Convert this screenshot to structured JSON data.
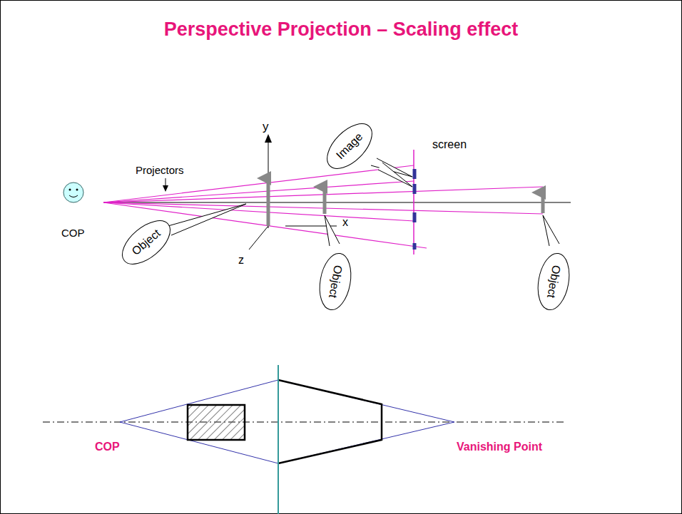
{
  "diagram": {
    "title": "Perspective Projection – Scaling effect",
    "nodes": [
      {
        "text": [
          "Image"
        ]
      },
      {
        "text": [
          "Object"
        ]
      },
      {
        "text": [
          "Object"
        ]
      },
      {
        "text": [
          "Object"
        ]
      }
    ],
    "labels": [
      "y",
      "Projectors",
      "screen",
      "COP",
      "x",
      "z",
      "COP",
      "Vanishing Point"
    ]
  }
}
